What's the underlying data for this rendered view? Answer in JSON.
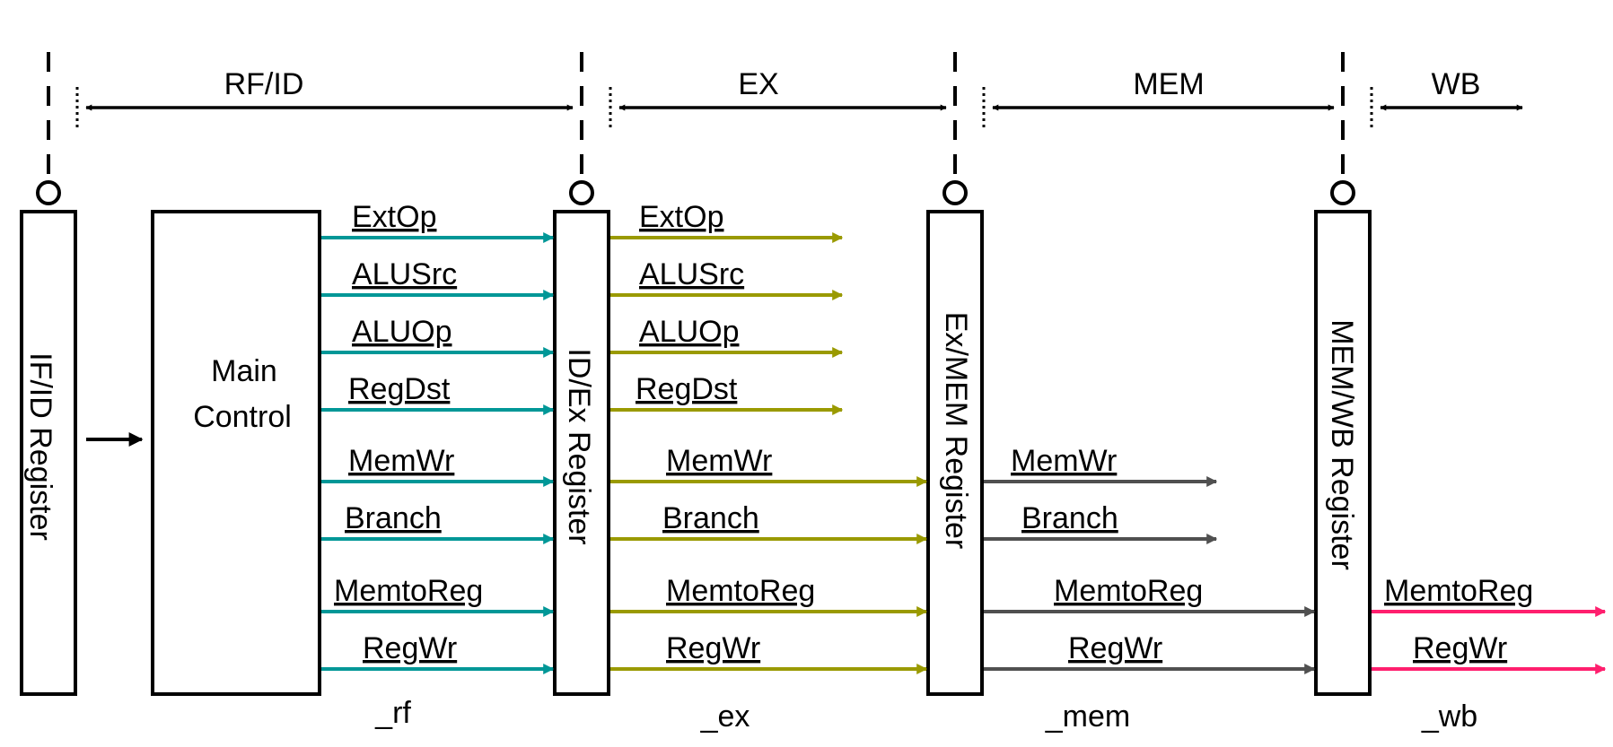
{
  "colors": {
    "rf": "#009797",
    "ex": "#9a9a00",
    "mem": "#505050",
    "wb": "#ff1f6e",
    "black": "#000000"
  },
  "stages": [
    "RF/ID",
    "EX",
    "MEM",
    "WB"
  ],
  "registers": {
    "ifid": "IF/ID Register",
    "idex": "ID/Ex Register",
    "exmem": "Ex/MEM Register",
    "memwb": "MEM/WB Register"
  },
  "main_control": [
    "Main",
    "Control"
  ],
  "suffixes": [
    "_rf",
    "_ex",
    "_mem",
    "_wb"
  ],
  "signals": {
    "rf": [
      "ExtOp",
      "ALUSrc",
      "ALUOp",
      "RegDst",
      "MemWr",
      "Branch",
      "MemtoReg",
      "RegWr"
    ],
    "ex": [
      "ExtOp",
      "ALUSrc",
      "ALUOp",
      "RegDst",
      "MemWr",
      "Branch",
      "MemtoReg",
      "RegWr"
    ],
    "mem": [
      "MemWr",
      "Branch",
      "MemtoReg",
      "RegWr"
    ],
    "wb": [
      "MemtoReg",
      "RegWr"
    ]
  }
}
